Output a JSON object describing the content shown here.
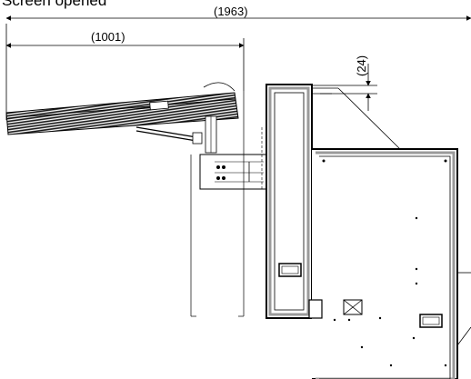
{
  "title": "Screen opened",
  "dimensions": {
    "overall_width": "(1963)",
    "screen_reach": "(1001)",
    "height_offset": "(24)"
  },
  "colors": {
    "line": "#000000",
    "background": "#ffffff",
    "hatch": "#1a1a1a",
    "frame_gray": "#9a9a9a"
  },
  "icons": {
    "crate_marker": "box-cross-icon"
  }
}
